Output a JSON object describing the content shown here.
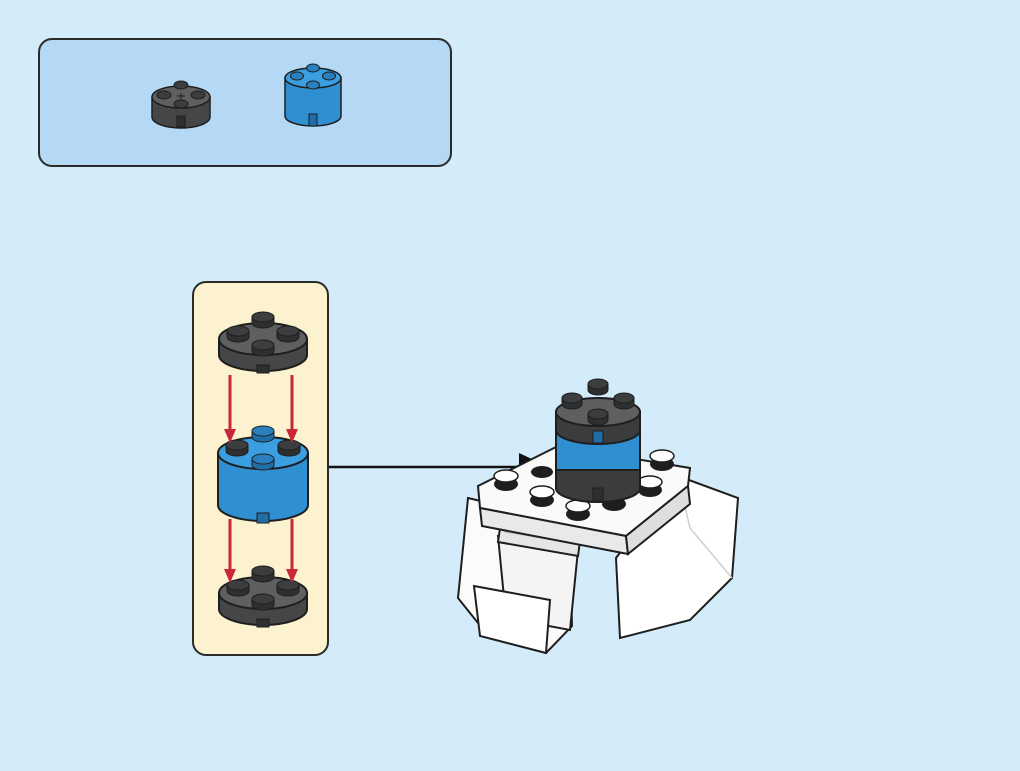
{
  "colors": {
    "background": "#d4ebf9",
    "parts_panel": "#b5d8f4",
    "subassembly_panel": "#fdf2cf",
    "dark_bluish_gray": "#595a5c",
    "medium_azure": "#2f8fd0",
    "white_brick": "#fbfbfb",
    "arrow_red": "#c8283a",
    "outline": "#1e1e1e"
  },
  "parts_list": [
    {
      "name": "round-brick-2x2-dark-gray",
      "color": "#595a5c"
    },
    {
      "name": "round-brick-2x2-azure",
      "color": "#2f8fd0"
    }
  ],
  "subassembly": {
    "stack": [
      "round-plate-2x2-dark-gray",
      "round-brick-2x2-azure",
      "round-plate-2x2-dark-gray"
    ],
    "arrows": "down"
  }
}
